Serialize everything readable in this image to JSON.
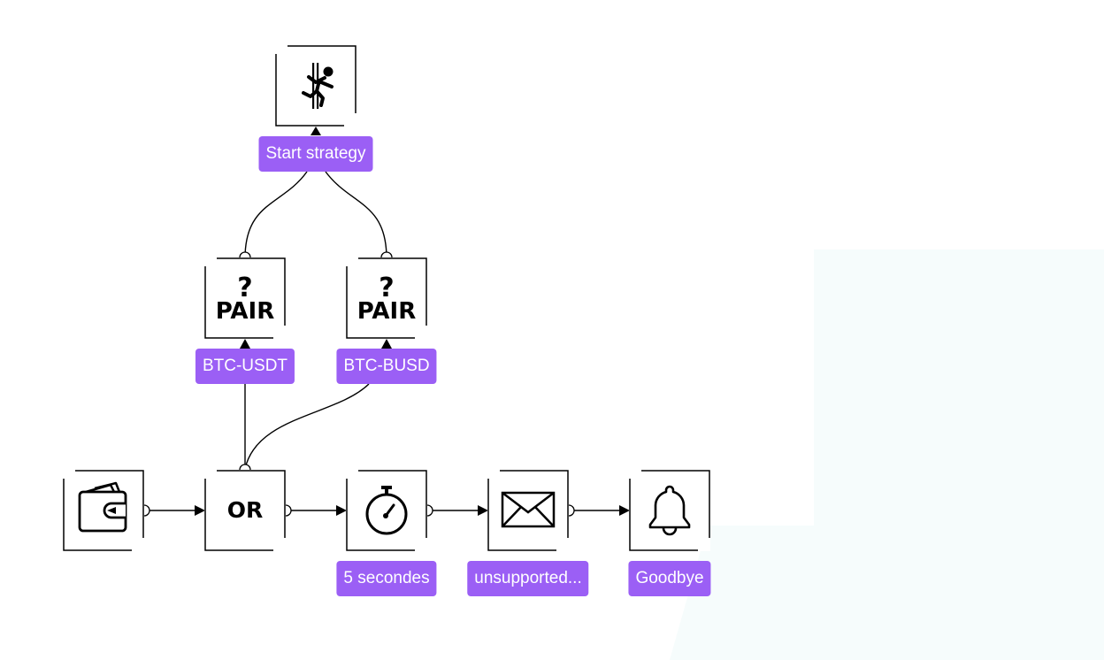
{
  "colors": {
    "label_bg": "#9b5ff5",
    "label_text": "#ffffff",
    "wire": "#000000",
    "canvas_tint": "#f6fcfc"
  },
  "nodes": {
    "exit": {
      "icon": "exit-door-icon"
    },
    "pair_usdt": {
      "icon": "question-mark-icon",
      "text": "PAIR"
    },
    "pair_busd": {
      "icon": "question-mark-icon",
      "text": "PAIR"
    },
    "wallet": {
      "icon": "wallet-icon"
    },
    "or": {
      "text": "OR"
    },
    "timer": {
      "icon": "stopwatch-icon"
    },
    "email": {
      "icon": "envelope-icon"
    },
    "notify": {
      "icon": "bell-icon"
    }
  },
  "labels": {
    "start_strategy": "Start strategy",
    "btc_usdt": "BTC-USDT",
    "btc_busd": "BTC-BUSD",
    "timer": "5 secondes",
    "email": "unsupported...",
    "notify": "Goodbye"
  }
}
